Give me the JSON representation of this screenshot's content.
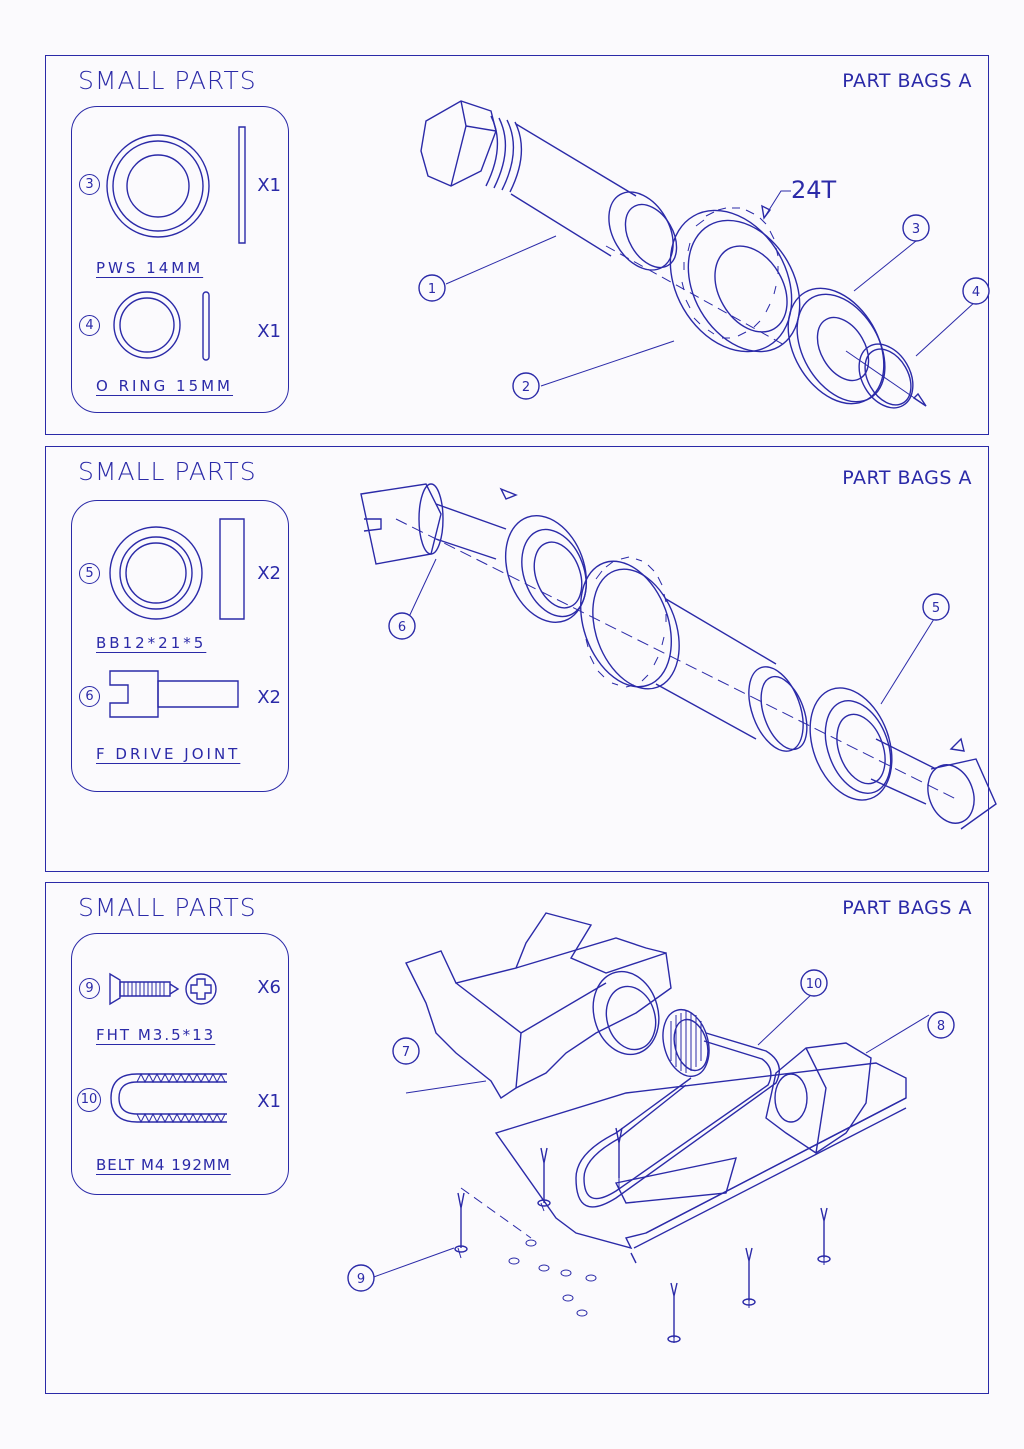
{
  "panels": [
    {
      "title": "SMALL PARTS",
      "bag": "PART BAGS A",
      "parts": [
        {
          "num": "3",
          "name": "PWS 14MM",
          "qty": "X1"
        },
        {
          "num": "4",
          "name": "O RING 15MM",
          "qty": "X1"
        }
      ],
      "callouts": [
        "1",
        "2",
        "3",
        "4"
      ],
      "gear_label": "24T"
    },
    {
      "title": "SMALL PARTS",
      "bag": "PART BAGS A",
      "parts": [
        {
          "num": "5",
          "name": "BB12*21*5",
          "qty": "X2"
        },
        {
          "num": "6",
          "name": "F DRIVE JOINT",
          "qty": "X2"
        }
      ],
      "callouts": [
        "6",
        "5"
      ]
    },
    {
      "title": "SMALL PARTS",
      "bag": "PART BAGS A",
      "parts": [
        {
          "num": "9",
          "name": "FHT M3.5*13",
          "qty": "X6"
        },
        {
          "num": "10",
          "name": "BELT M4 192MM",
          "qty": "X1"
        }
      ],
      "callouts": [
        "10",
        "8",
        "7",
        "9"
      ]
    }
  ],
  "colors": {
    "ink": "#2b2aa8",
    "paper": "#fbfafd"
  }
}
